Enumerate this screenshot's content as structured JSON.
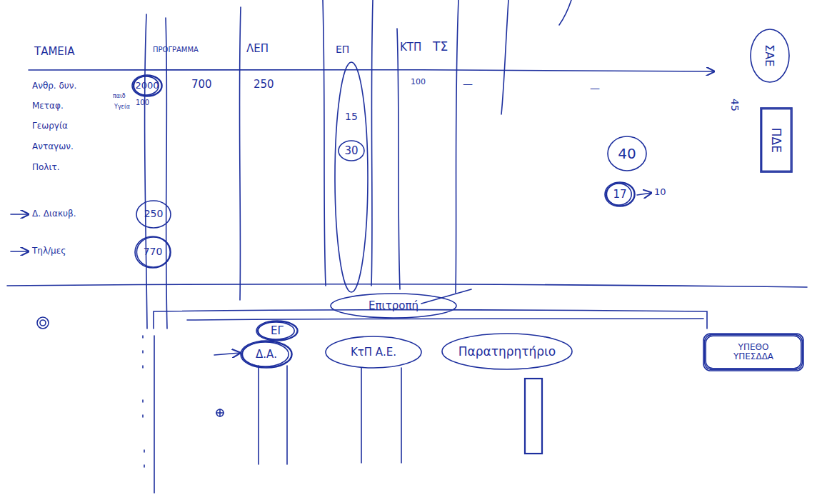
{
  "diagram": {
    "nodes": [
      {
        "text": [
          "ΣΑΕ"
        ]
      },
      {
        "text": [
          "2000"
        ]
      },
      {
        "text": [
          "15"
        ]
      },
      {
        "text": [
          "30"
        ],
        "in": 2
      },
      {
        "text": [
          "ΠΔΕ"
        ]
      },
      {
        "text": [
          "40"
        ]
      },
      {
        "text": [
          "17"
        ]
      },
      {
        "text": [
          "250"
        ]
      },
      {
        "text": [
          "770"
        ]
      },
      {
        "text": [
          "Επιτροπή"
        ]
      },
      {
        "text": [
          "ΕΓ"
        ]
      },
      {
        "text": [
          "Δ.Α."
        ]
      },
      {
        "text": [
          "ΚτΠ Α.Ε."
        ]
      },
      {
        "text": [
          "Παρατηρητήριο"
        ]
      },
      {
        "text": [
          "ΥΠΕΘΟ",
          "ΥΠΕΣΔΔΑ"
        ]
      }
    ],
    "labels": [
      "ΤΑΜΕΙΑ",
      "ΠΡΟΓΡΑΜΜΑ",
      "ΛΕΠ",
      "ΕΠ",
      "ΚΤΠ",
      "ΤΣ",
      "Ανθρ. δυν.",
      "Μεταφ.",
      "Γεωργία",
      "Ανταγων.",
      "Πολιτ.",
      "Δ. Διακυβ.",
      "Τηλ/μες",
      "παιδ",
      "100",
      "Υγεία",
      "700",
      "250",
      "100",
      "—",
      "—",
      "45",
      "10"
    ]
  }
}
